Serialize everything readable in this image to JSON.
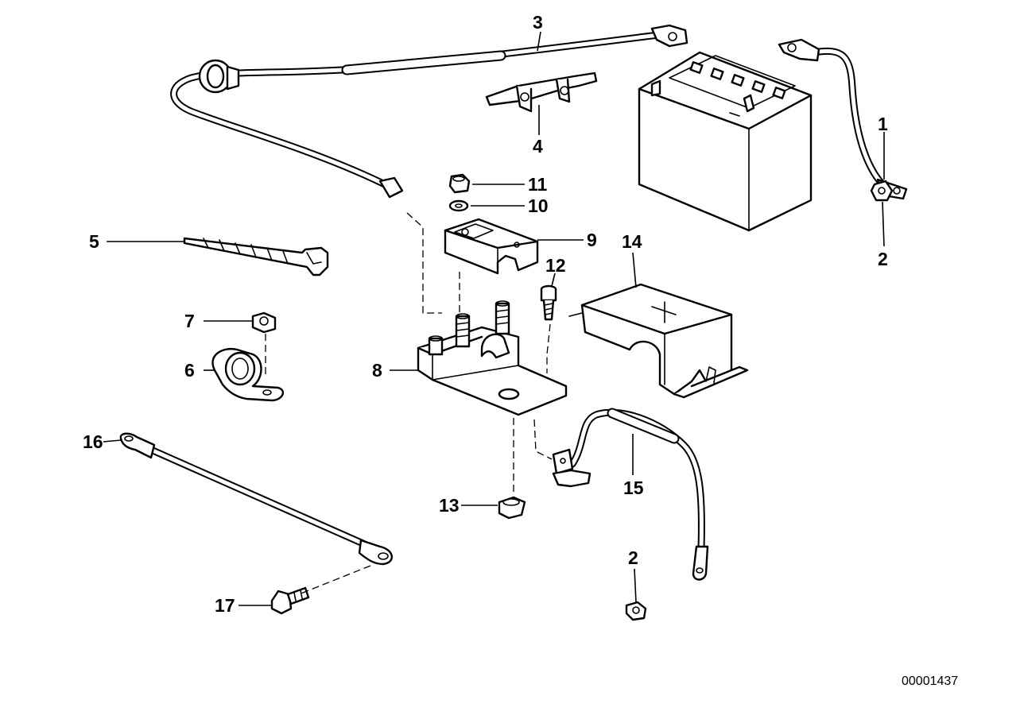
{
  "callouts": {
    "c1": "1",
    "c2a": "2",
    "c2b": "2",
    "c3": "3",
    "c4": "4",
    "c5": "5",
    "c6": "6",
    "c7": "7",
    "c8": "8",
    "c9": "9",
    "c10": "10",
    "c11": "11",
    "c12": "12",
    "c13": "13",
    "c14": "14",
    "c15": "15",
    "c16": "16",
    "c17": "17"
  },
  "document_id": "00001437",
  "colors": {
    "line": "#000000",
    "background": "#ffffff"
  }
}
